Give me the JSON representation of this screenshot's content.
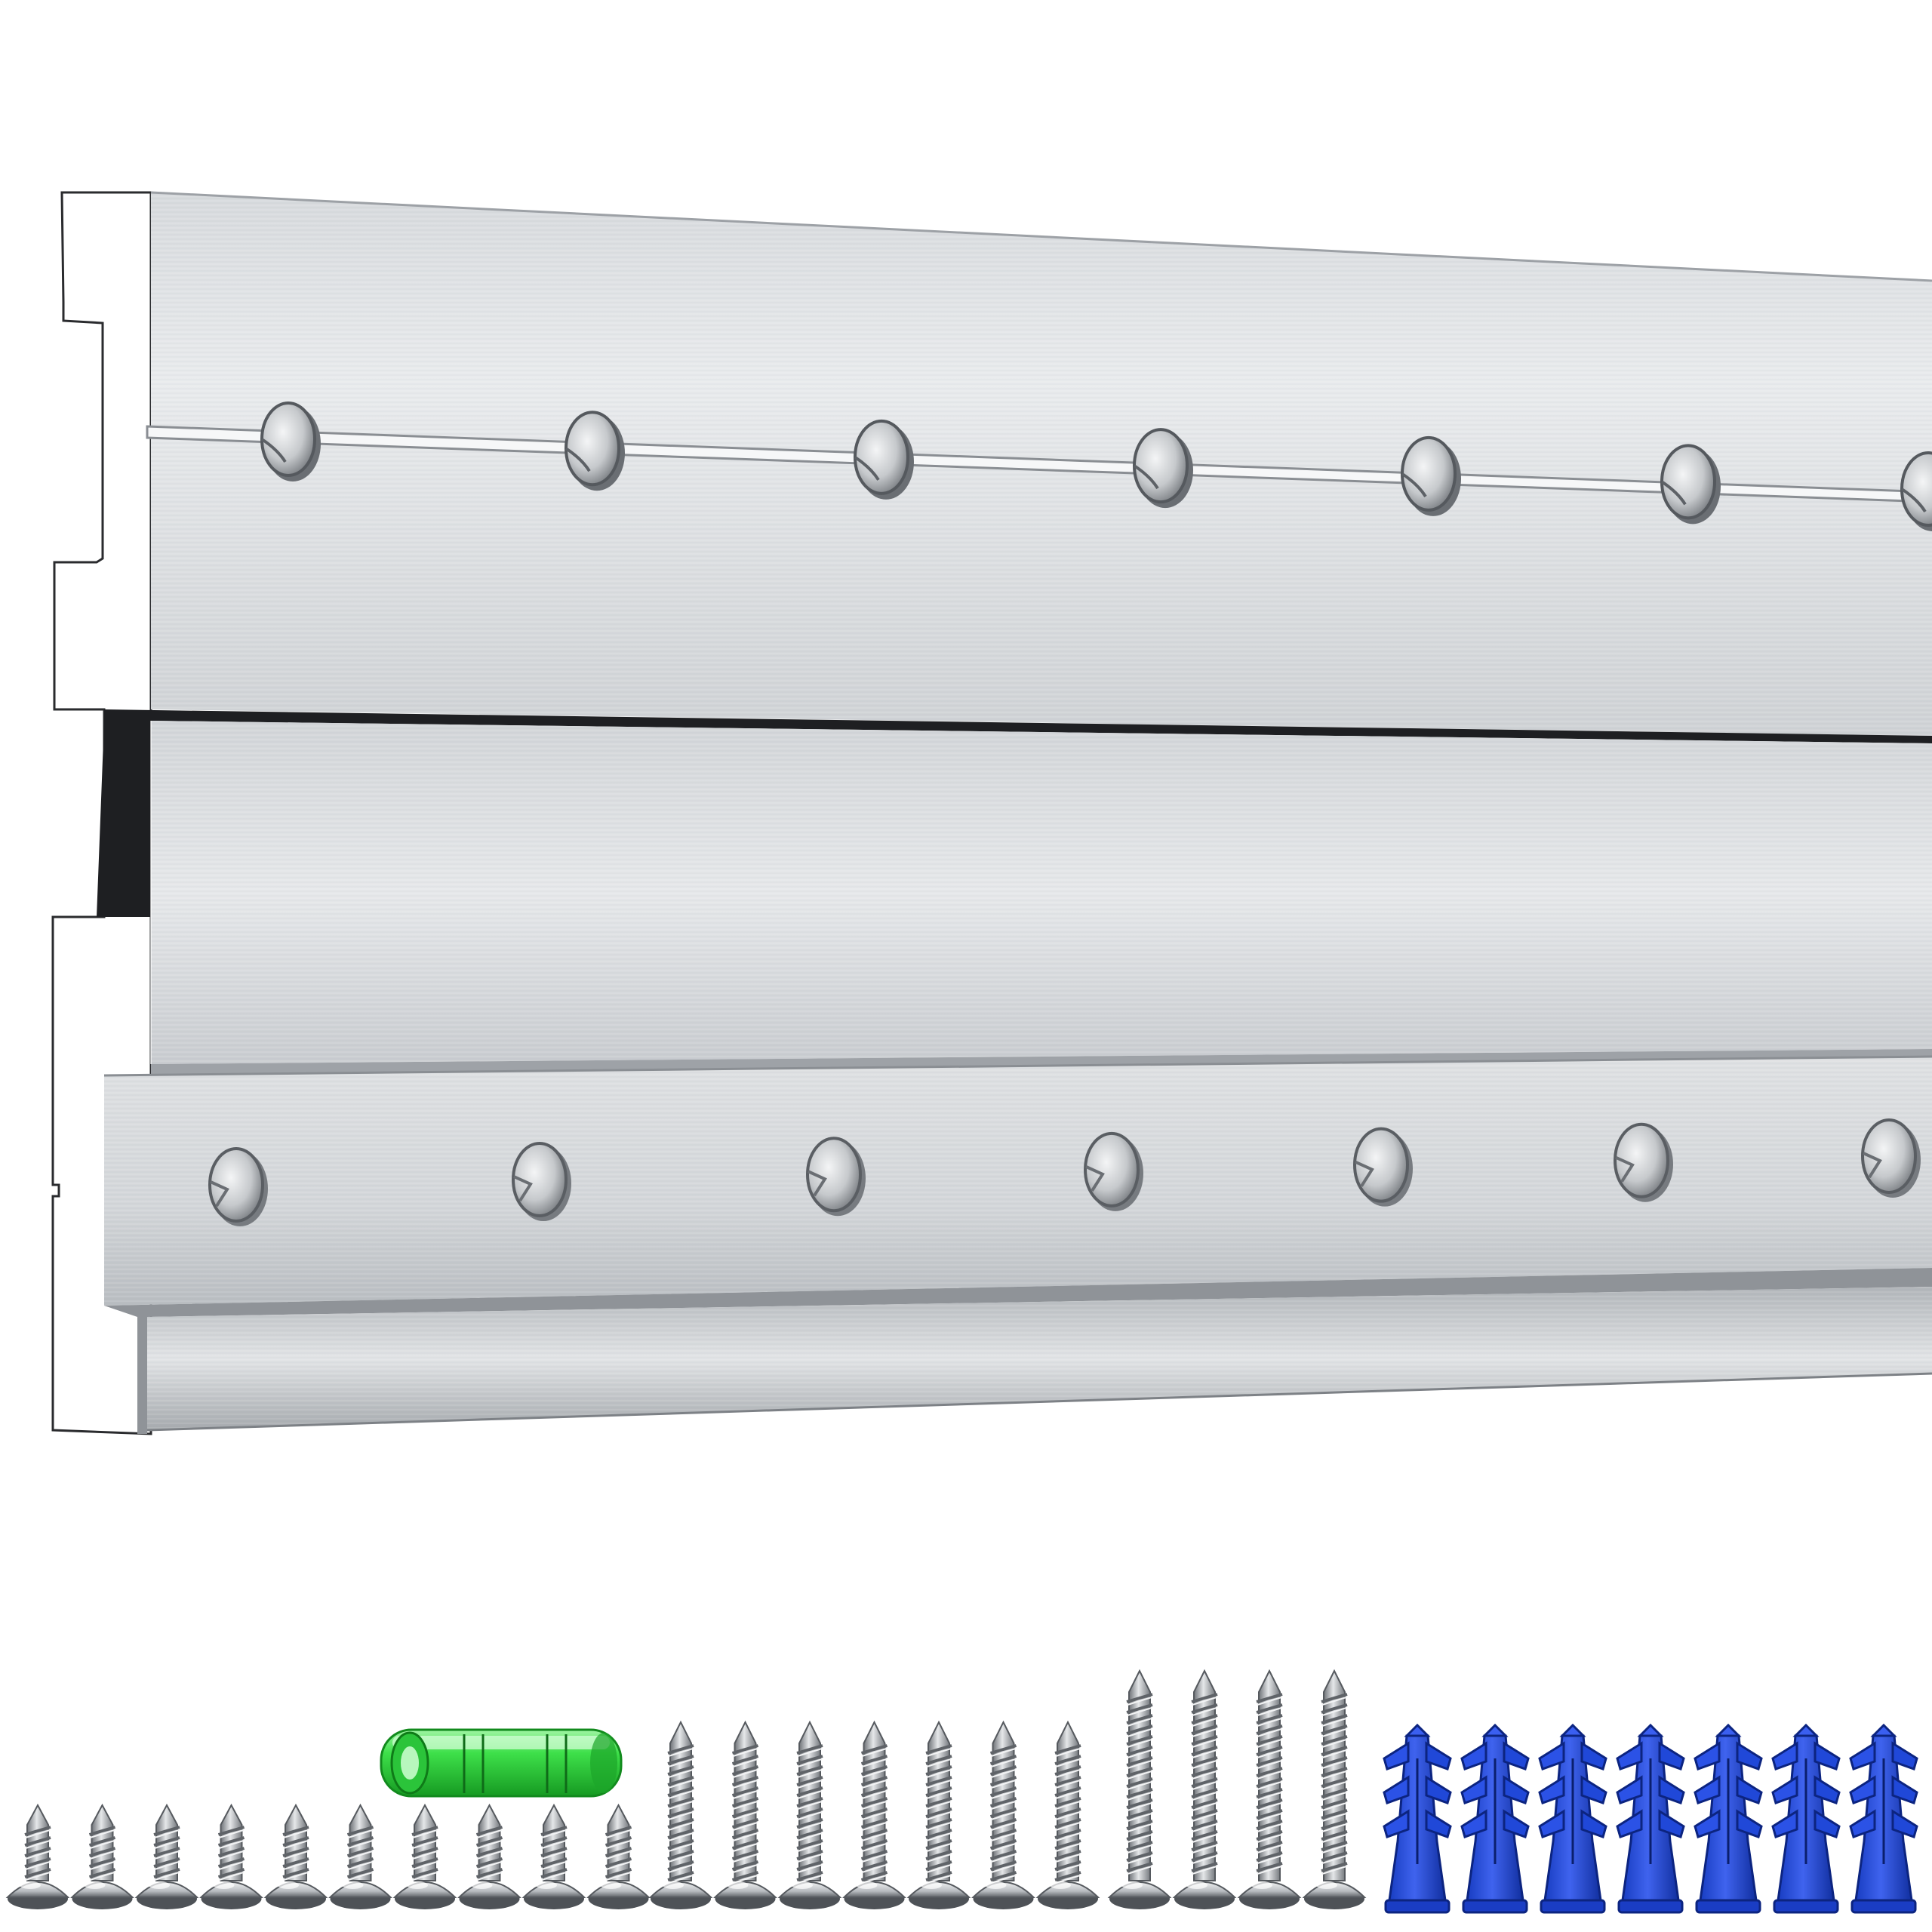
{
  "scene": {
    "subject": "aluminum-french-cleat-rail",
    "colors": {
      "background": "#ffffff",
      "metal_light": "#e4e6e8",
      "metal_mid": "#c9ccd0",
      "metal_dark": "#8f9398",
      "groove": "#1e1f22",
      "hole_shadow": "#5d6166",
      "screw": "#b8bcc1",
      "screw_dark": "#5f6368",
      "anchor_blue": "#1f45d6",
      "anchor_blue_dark": "#112a8f",
      "level_green": "#3ee04a",
      "level_green_dark": "#18a024"
    },
    "hardware": {
      "short_screws": 10,
      "medium_screws": 7,
      "long_screws": 4,
      "wall_anchors": 7,
      "bubble_levels": 1
    }
  }
}
